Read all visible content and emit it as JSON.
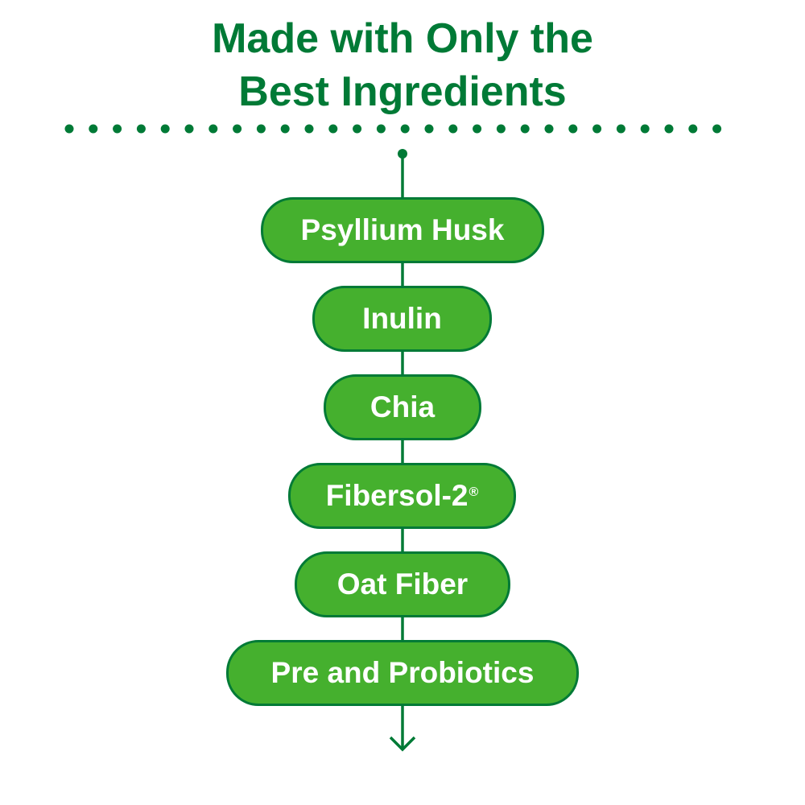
{
  "title": {
    "line1": "Made with Only the",
    "line2": "Best Ingredients"
  },
  "colors": {
    "dark_green": "#007a36",
    "pill_fill": "#45b02e",
    "text_on_pill": "#ffffff"
  },
  "ingredients": [
    {
      "label": "Psyllium Husk"
    },
    {
      "label": "Inulin"
    },
    {
      "label": "Chia"
    },
    {
      "label": "Fibersol-2",
      "mark": "®"
    },
    {
      "label": "Oat Fiber"
    },
    {
      "label": "Pre and Probiotics"
    }
  ]
}
